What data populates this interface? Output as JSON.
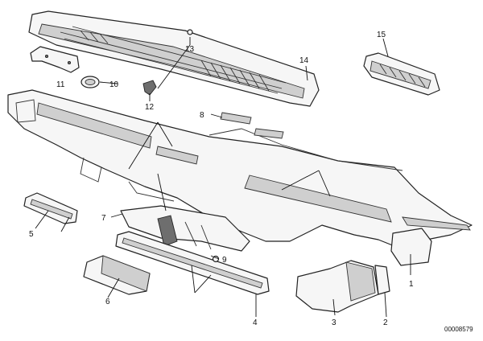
{
  "diagram": {
    "callouts": {
      "c1": "1",
      "c2": "2",
      "c3": "3",
      "c4": "4",
      "c5": "5",
      "c6": "6",
      "c7": "7",
      "c8": "8",
      "c9a": "9",
      "c9b": "9",
      "c10": "10",
      "c11": "11",
      "c12": "12",
      "c13": "13",
      "c14": "14",
      "c15": "15"
    },
    "document_number": "00008579"
  }
}
